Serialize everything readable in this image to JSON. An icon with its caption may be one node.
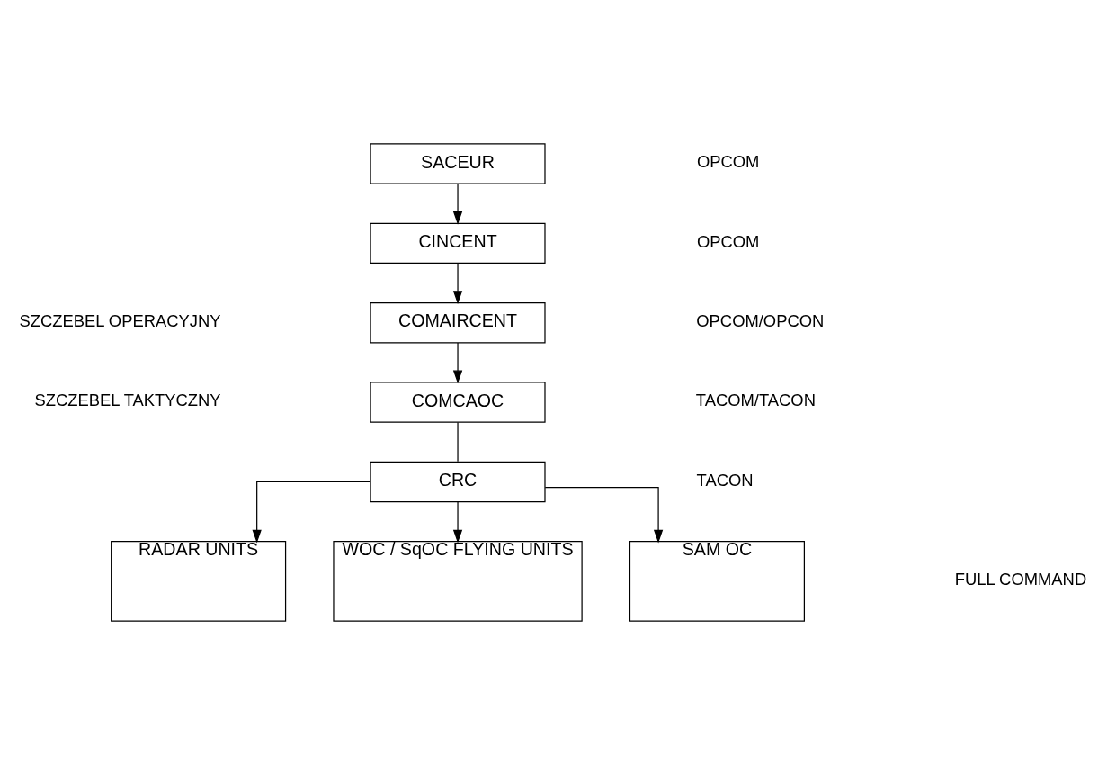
{
  "diagram": {
    "nodes": [
      {
        "text": [
          "SACEUR"
        ]
      },
      {
        "text": [
          "CINCENT"
        ]
      },
      {
        "text": [
          "COMAIRCENT"
        ]
      },
      {
        "text": [
          "COMCAOC"
        ]
      },
      {
        "text": [
          "CRC"
        ]
      },
      {
        "text": [
          "RADAR UNITS"
        ]
      },
      {
        "text": [
          "WOC / SqOC FLYING UNITS"
        ]
      },
      {
        "text": [
          "SAM OC"
        ]
      }
    ],
    "edges": [
      {
        "from": 0,
        "to": 1,
        "arrow": "to"
      },
      {
        "from": 1,
        "to": 2,
        "arrow": "to"
      },
      {
        "from": 2,
        "to": 3,
        "arrow": "to"
      },
      {
        "from": 3,
        "to": 4,
        "arrow": "none"
      },
      {
        "from": 4,
        "to": 5,
        "arrow": "to"
      },
      {
        "from": 4,
        "to": 6,
        "arrow": "to"
      },
      {
        "from": 4,
        "to": 7,
        "arrow": "to"
      }
    ],
    "labels": [
      "OPCOM",
      "OPCOM",
      "SZCZEBEL OPERACYJNY",
      "OPCOM/OPCON",
      "SZCZEBEL TAKTYCZNY",
      "TACOM/TACON",
      "TACON",
      "FULL COMMAND"
    ]
  }
}
